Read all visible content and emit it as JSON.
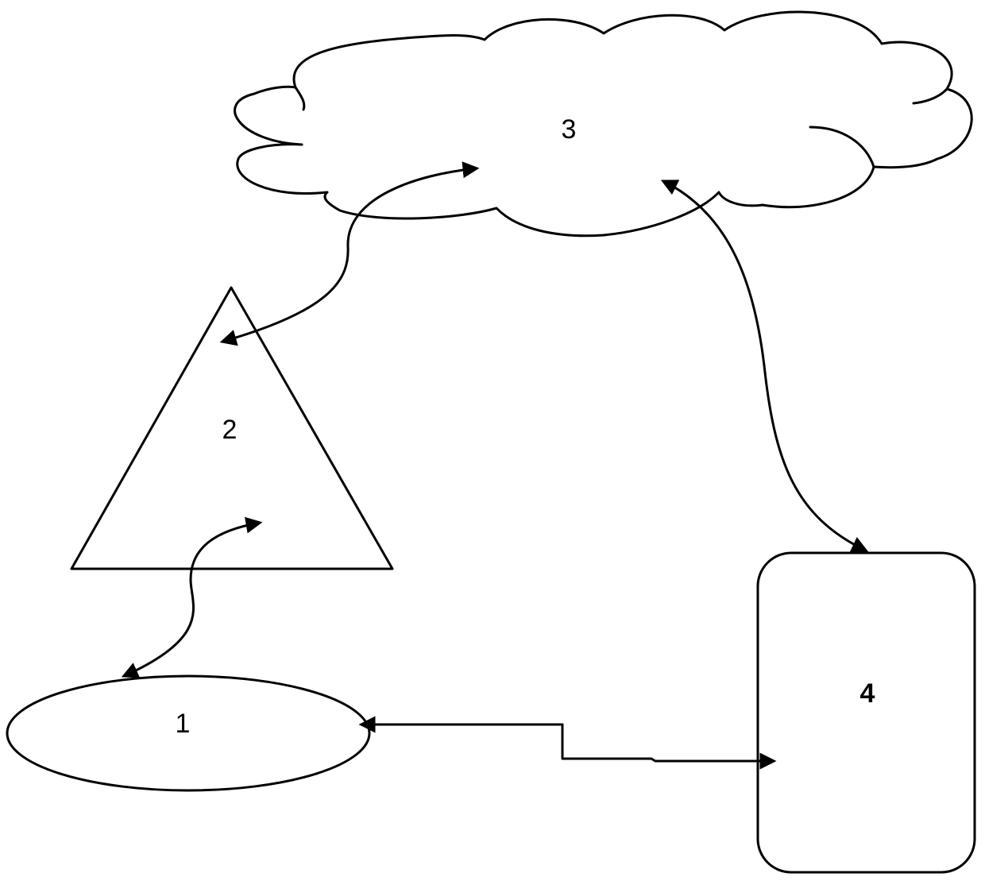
{
  "diagram": {
    "nodes": [
      {
        "id": "1",
        "shape": "ellipse",
        "label": "1"
      },
      {
        "id": "2",
        "shape": "triangle",
        "label": "2"
      },
      {
        "id": "3",
        "shape": "cloud",
        "label": "3"
      },
      {
        "id": "4",
        "shape": "rounded-rectangle",
        "label": "4"
      }
    ],
    "connections": [
      {
        "from": "1",
        "to": "2",
        "direction": "bidirectional",
        "style": "curved"
      },
      {
        "from": "2",
        "to": "3",
        "direction": "bidirectional",
        "style": "curved"
      },
      {
        "from": "3",
        "to": "4",
        "direction": "bidirectional",
        "style": "curved"
      },
      {
        "from": "1",
        "to": "4",
        "direction": "bidirectional",
        "style": "orthogonal"
      }
    ],
    "colors": {
      "stroke": "#000000",
      "background": "#ffffff"
    }
  }
}
